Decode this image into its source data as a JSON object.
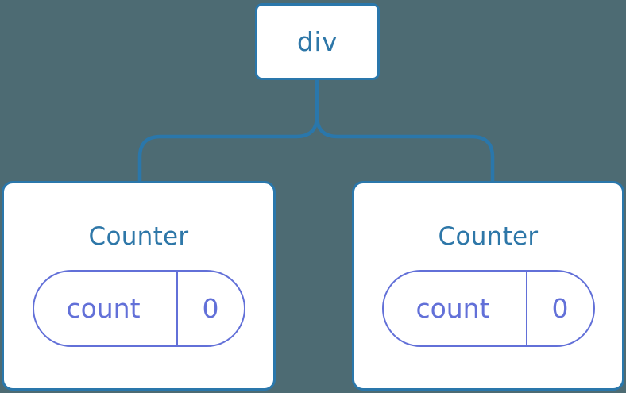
{
  "diagram": {
    "type": "component-tree",
    "background_color": "#4d6b73",
    "node_border_color": "#2a77ab",
    "node_label_color": "#2e77a8",
    "state_color": "#6270d8",
    "connector_color": "#2a77ab",
    "root": {
      "label": "div"
    },
    "children": [
      {
        "label": "Counter",
        "state": {
          "key": "count",
          "value": "0"
        }
      },
      {
        "label": "Counter",
        "state": {
          "key": "count",
          "value": "0"
        }
      }
    ]
  }
}
